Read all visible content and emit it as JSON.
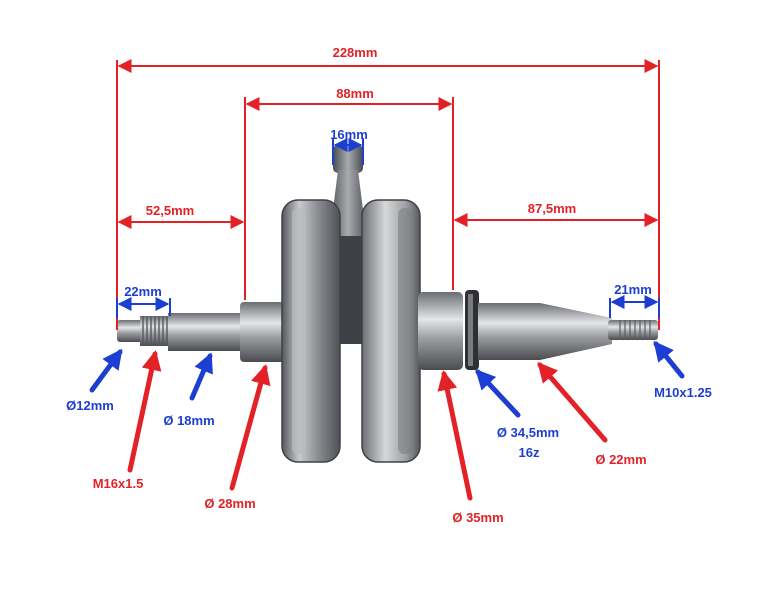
{
  "colors": {
    "red": "#e32228",
    "blue": "#1d3fd1",
    "metal_dark": "#5f6266",
    "metal_light": "#d9dadc"
  },
  "dimensions": {
    "overall_length": "228mm",
    "web_width": "88mm",
    "rod_width": "16mm",
    "left_offset": "52,5mm",
    "right_offset": "87,5mm",
    "left_thread_length": "22mm",
    "right_thread_length": "21mm"
  },
  "callouts": {
    "left_end_dia": "Ø12mm",
    "left_thread": "M16x1.5",
    "shaft_dia_18": "Ø 18mm",
    "journal_dia_28": "Ø 28mm",
    "journal_dia_35": "Ø 35mm",
    "sprocket_dia": "Ø 34,5mm",
    "sprocket_teeth": "16z",
    "taper_dia_22": "Ø 22mm",
    "right_thread": "M10x1.25"
  }
}
